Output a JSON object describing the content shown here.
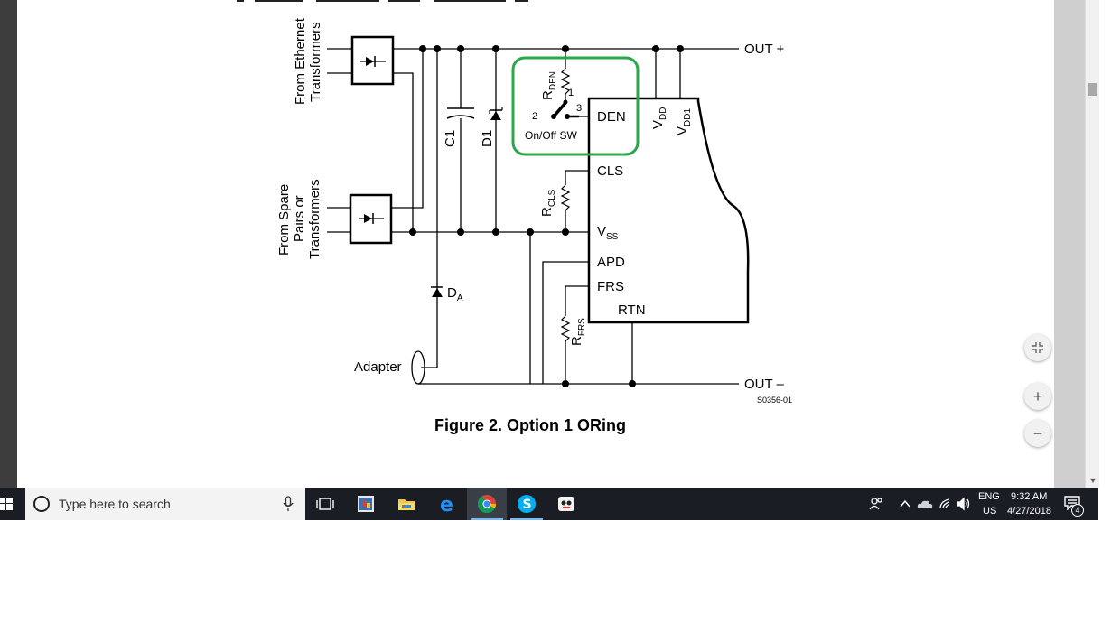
{
  "pdf": {
    "figure_caption": "Figure 2. Option 1 ORing",
    "figure_id": "S0356-01",
    "labels": {
      "ethernet_line1": "From Ethernet",
      "ethernet_line2": "Transformers",
      "spare_line1": "From Spare",
      "spare_line2": "Pairs or",
      "spare_line3": "Transformers",
      "adapter": "Adapter",
      "out_plus": "OUT +",
      "out_minus": "OUT –",
      "c1": "C1",
      "d1": "D1",
      "da_main": "D",
      "da_sub": "A",
      "rden_main": "R",
      "rden_sub": "DEN",
      "rcls_main": "R",
      "rcls_sub": "CLS",
      "rfrs_main": "R",
      "rfrs_sub": "FRS",
      "sw_pin1": "1",
      "sw_pin2": "2",
      "sw_pin3": "3",
      "on_off_sw": "On/Off SW",
      "pin_den": "DEN",
      "pin_cls": "CLS",
      "pin_vss_main": "V",
      "pin_vss_sub": "SS",
      "pin_apd": "APD",
      "pin_frs": "FRS",
      "pin_rtn": "RTN",
      "pin_vdd_main": "V",
      "pin_vdd_sub": "DD",
      "pin_vdd1_main": "V",
      "pin_vdd1_sub": "DD1"
    },
    "highlight_color": "#2aa84a"
  },
  "zoom_controls": {
    "fit_icon": "fit-to-page-icon",
    "zoom_in_label": "+",
    "zoom_out_label": "−"
  },
  "taskbar": {
    "search_placeholder": "Type here to search",
    "apps": [
      "task-view-icon",
      "photo-app-icon",
      "file-explorer-icon",
      "edge-icon",
      "chrome-icon",
      "skype-icon",
      "game-app-icon"
    ],
    "tray": {
      "language_top": "ENG",
      "language_bottom": "US",
      "time": "9:32 AM",
      "date": "4/27/2018",
      "notification_count": "4"
    }
  }
}
